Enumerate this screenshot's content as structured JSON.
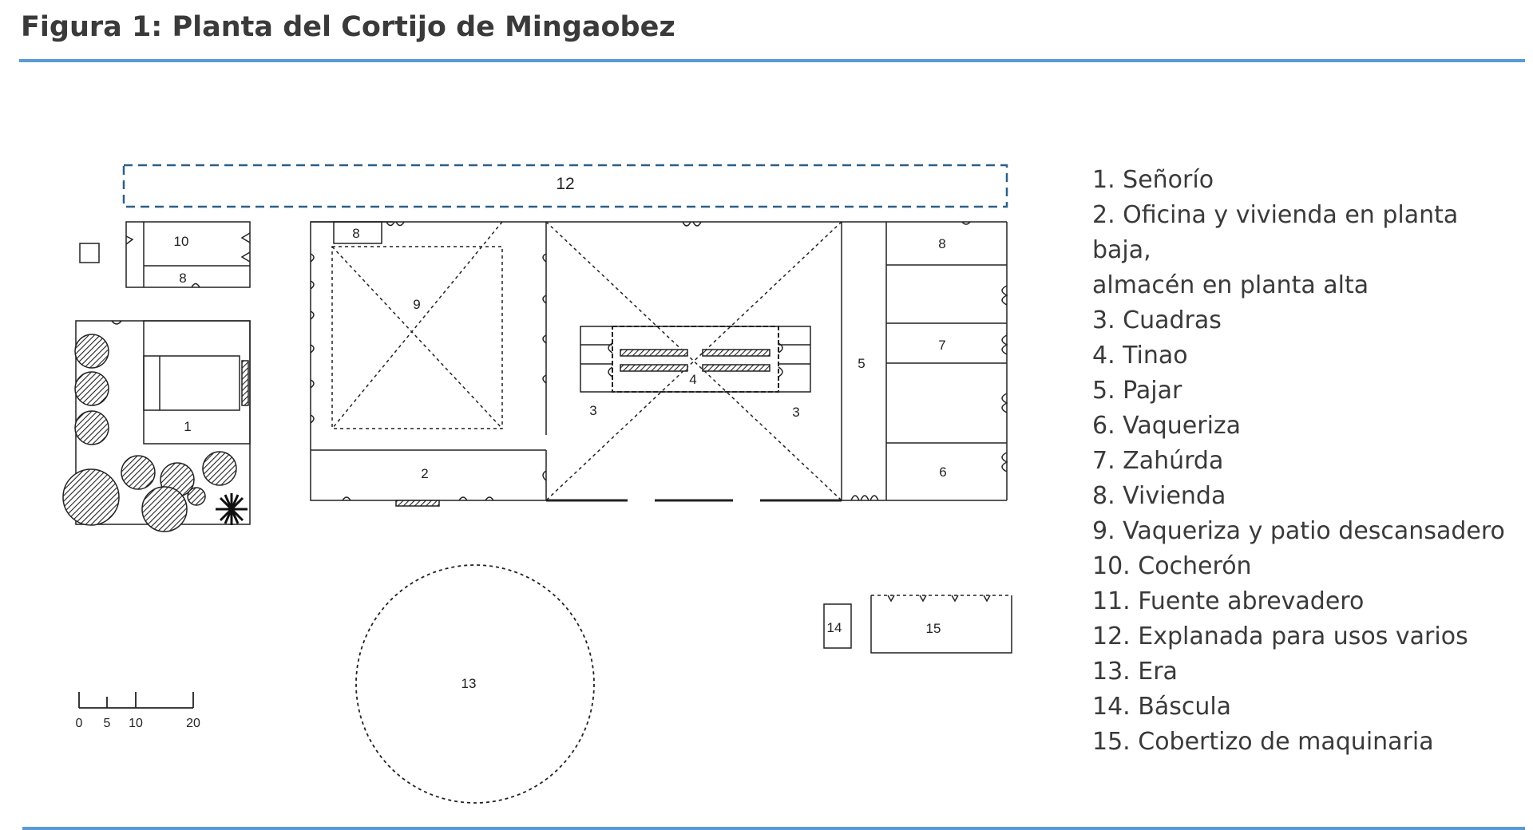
{
  "title": "Figura 1: Planta del Cortijo de Mingaobez",
  "plan_labels": {
    "l12": "12",
    "l10": "10",
    "l8a": "8",
    "l8b": "8",
    "l8c": "8",
    "l9": "9",
    "l1": "1",
    "l2": "2",
    "l4": "4",
    "l3a": "3",
    "l3b": "3",
    "l5": "5",
    "l7": "7",
    "l6": "6",
    "l13": "13",
    "l14": "14",
    "l15": "15"
  },
  "scale": {
    "ticks": [
      "0",
      "5",
      "10",
      "20"
    ]
  },
  "legend": [
    "1. Señorío",
    "2. Oficina y vivienda en planta baja,",
    "almacén en planta alta",
    "3. Cuadras",
    "4. Tinao",
    "5. Pajar",
    "6. Vaqueriza",
    "7. Zahúrda",
    "8. Vivienda",
    "9. Vaqueriza y patio descansadero",
    "10. Cocherón",
    "11. Fuente abrevadero",
    "12. Explanada para usos varios",
    "13. Era",
    "14. Báscula",
    "15. Cobertizo de maquinaria"
  ],
  "colors": {
    "accent_rule": "#5b9bd5",
    "dashed_area": "#2e5f86",
    "line": "#222222"
  }
}
